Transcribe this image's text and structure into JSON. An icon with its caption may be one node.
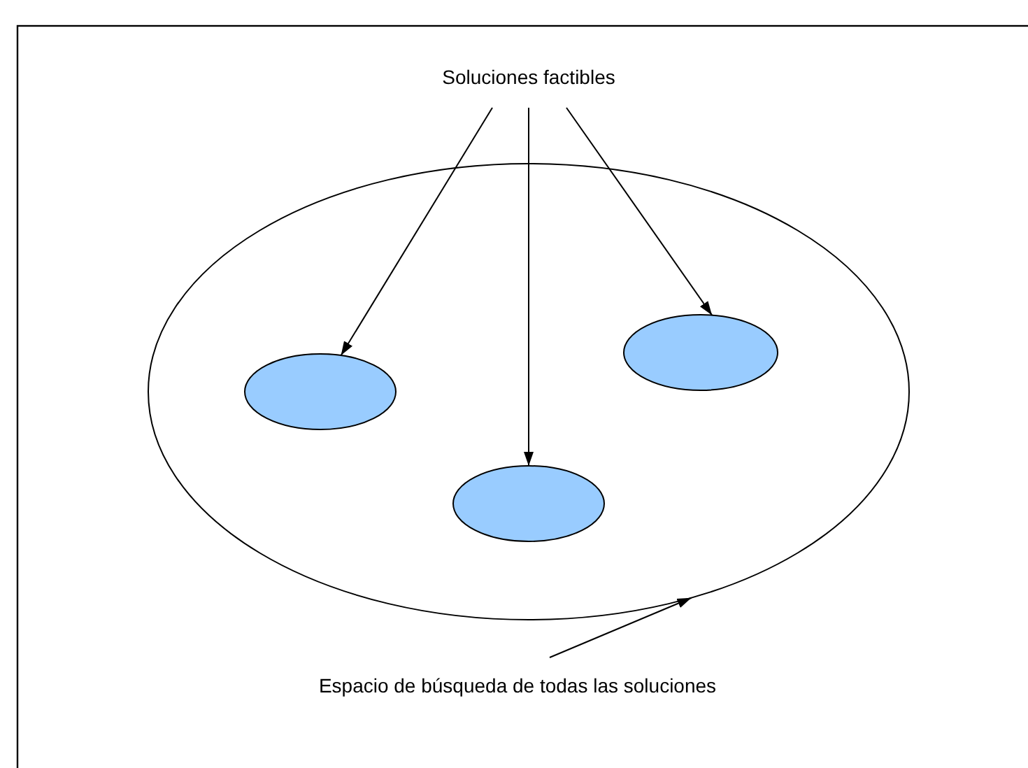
{
  "diagram": {
    "nodes": [
      {
        "text": [
          "Soluciones factibles"
        ]
      },
      {
        "text": [],
        "shape": "ellipse"
      },
      {
        "text": [],
        "shape": "ellipse",
        "in": 1
      },
      {
        "text": [],
        "shape": "ellipse",
        "in": 1
      },
      {
        "text": [],
        "shape": "ellipse",
        "in": 1
      },
      {
        "text": [
          "Espacio de búsqueda de todas las soluciones"
        ]
      }
    ],
    "edges": [
      {
        "from": 0,
        "to": 2,
        "arrow": "to"
      },
      {
        "from": 0,
        "to": 3,
        "arrow": "to"
      },
      {
        "from": 0,
        "to": 4,
        "arrow": "to"
      },
      {
        "from": 5,
        "to": 1,
        "arrow": "to"
      }
    ]
  }
}
